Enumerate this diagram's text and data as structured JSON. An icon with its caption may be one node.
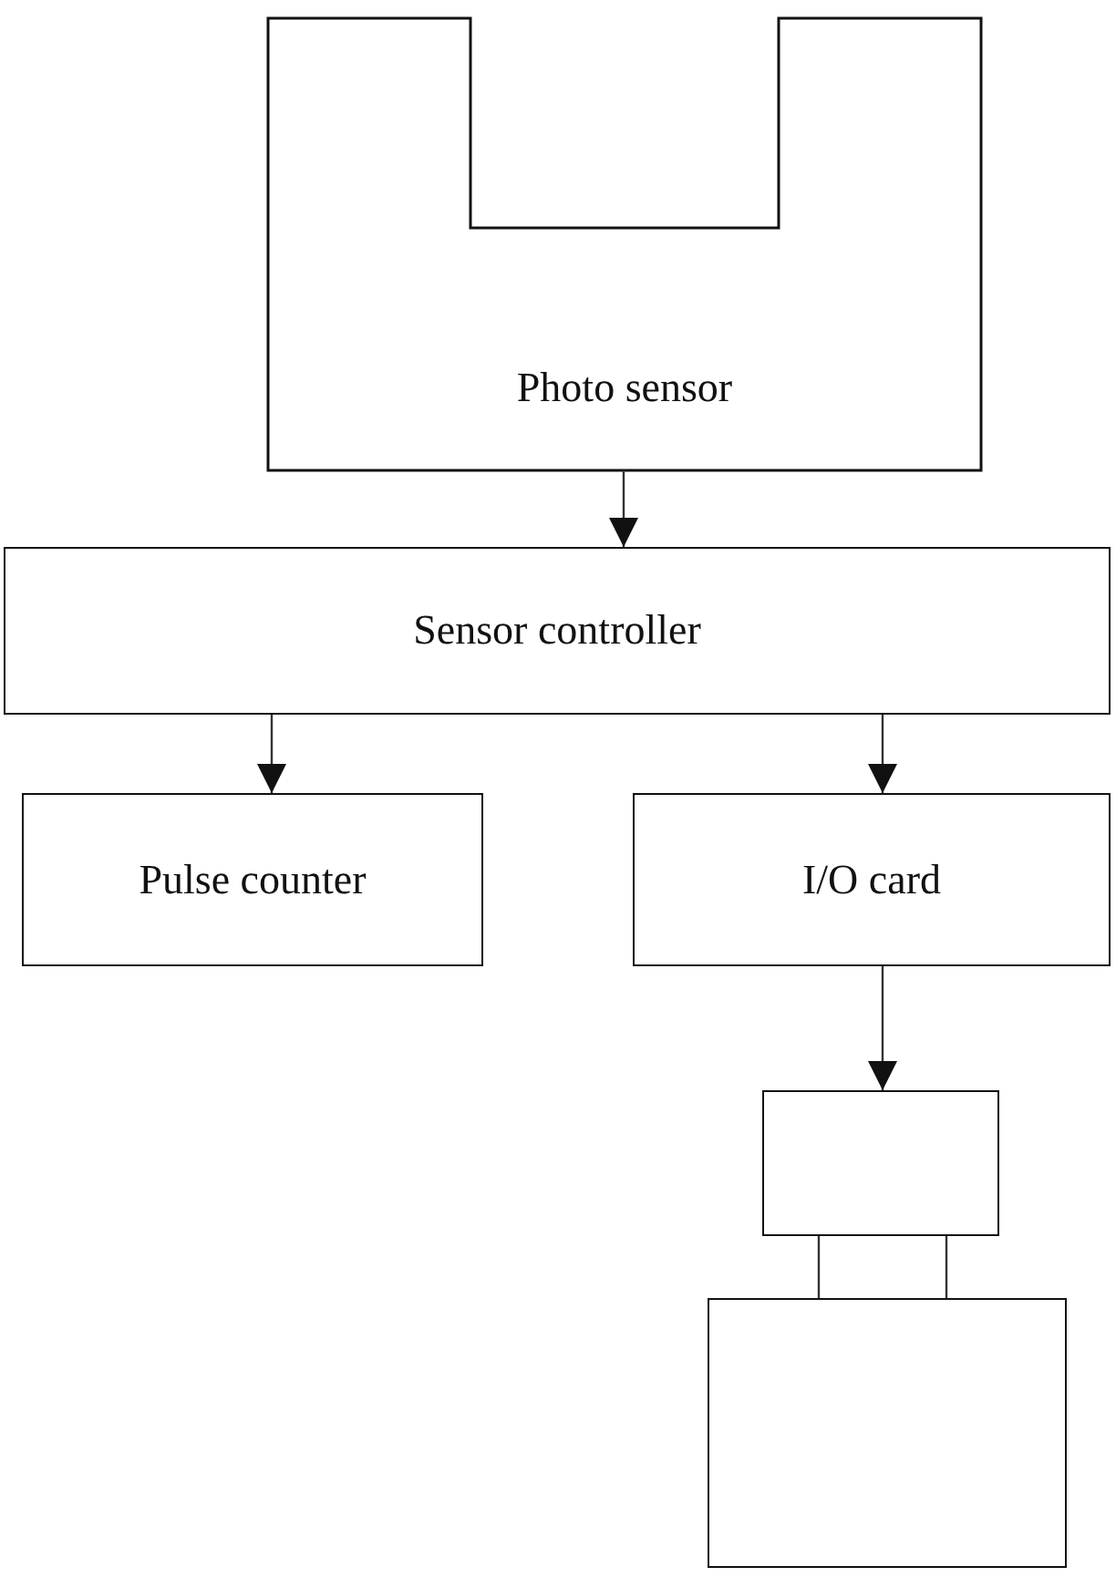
{
  "diagram": {
    "nodes": [
      {
        "text": [
          "Photo sensor"
        ]
      },
      {
        "text": [
          "Sensor controller"
        ]
      },
      {
        "text": [
          "Pulse counter"
        ]
      },
      {
        "text": [
          "I/O card"
        ]
      },
      {
        "text": [],
        "shape": "box"
      },
      {
        "text": [],
        "shape": "box"
      }
    ],
    "edges": [
      {
        "from": 0,
        "to": 1,
        "arrow": "to"
      },
      {
        "from": 1,
        "to": 2,
        "arrow": "to"
      },
      {
        "from": 1,
        "to": 3,
        "arrow": "to"
      },
      {
        "from": 3,
        "to": 4,
        "arrow": "to"
      },
      {
        "from": 4,
        "to": 5,
        "arrow": "none"
      },
      {
        "from": 4,
        "to": 5,
        "arrow": "none"
      }
    ]
  }
}
